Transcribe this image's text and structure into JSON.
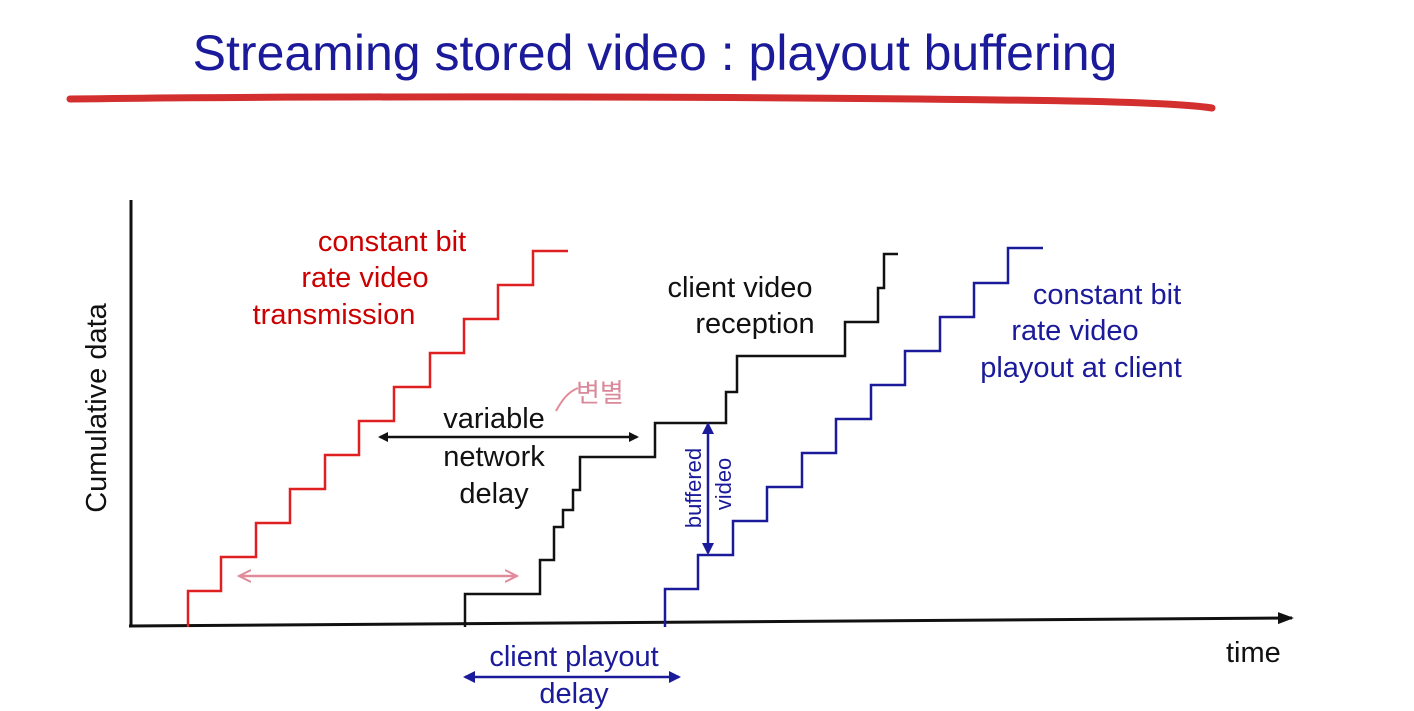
{
  "slide": {
    "title": "Streaming stored video : playout buffering",
    "underline_color": "#d32f2f"
  },
  "axes": {
    "y_label": "Cumulative data",
    "x_label": "time"
  },
  "labels": {
    "transmission": [
      "constant bit",
      "rate video",
      "transmission"
    ],
    "reception": [
      "client video",
      "reception"
    ],
    "playout": [
      "constant bit",
      "rate video",
      "playout at client"
    ],
    "network_delay": [
      "variable",
      "network",
      "delay"
    ],
    "playout_delay": [
      "client playout",
      "delay"
    ],
    "buffered": [
      "buffered",
      "video"
    ],
    "handwritten_note": "변별"
  },
  "colors": {
    "transmission": "#e02020",
    "reception": "#111111",
    "playout": "#1a1a9a",
    "annotation": "#e08a9a"
  }
}
